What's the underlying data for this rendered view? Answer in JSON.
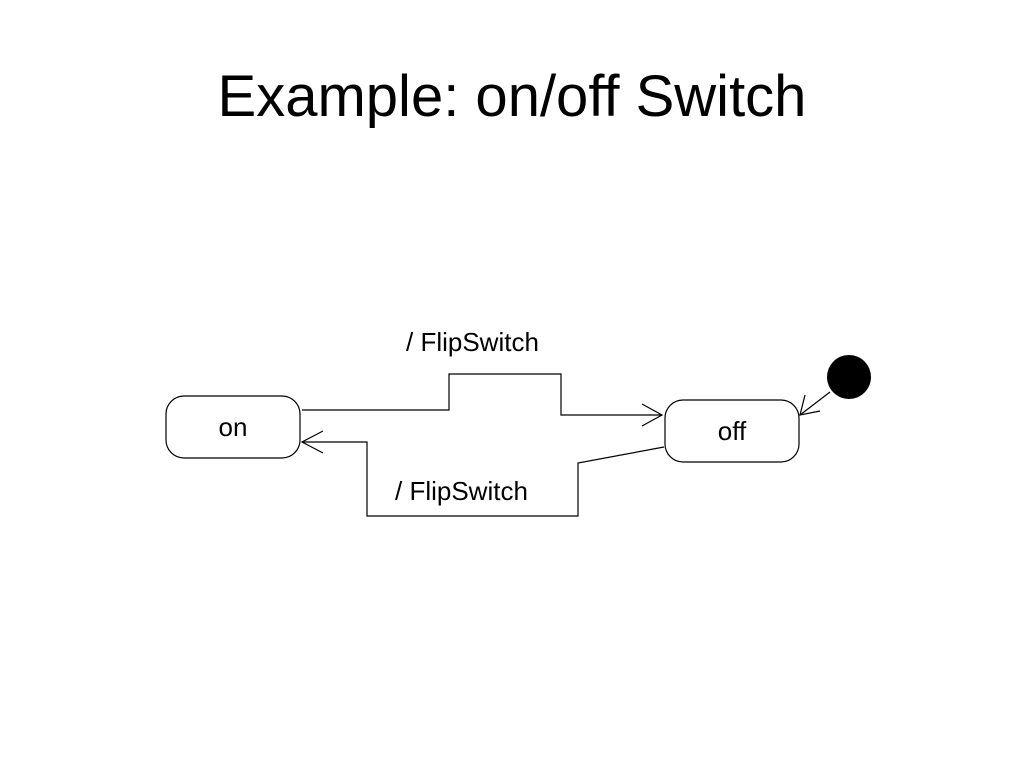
{
  "slide": {
    "title": "Example: on/off Switch"
  },
  "diagram": {
    "states": [
      {
        "id": "on",
        "label": "on"
      },
      {
        "id": "off",
        "label": "off"
      }
    ],
    "initial_state": "off",
    "transitions": [
      {
        "from": "on",
        "to": "off",
        "label": "/ FlipSwitch"
      },
      {
        "from": "off",
        "to": "on",
        "label": "/ FlipSwitch"
      }
    ],
    "colors": {
      "stroke": "#000000",
      "fill": "#ffffff",
      "initial_dot": "#000000"
    }
  }
}
